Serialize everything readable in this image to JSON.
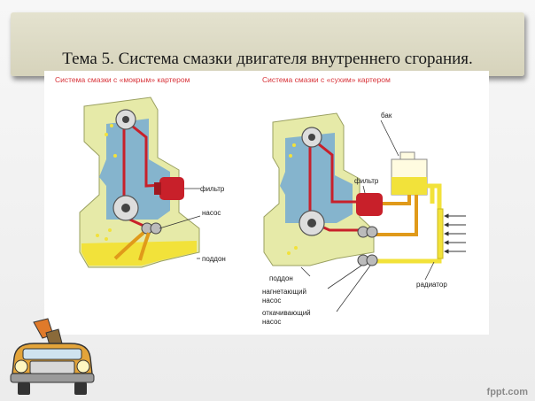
{
  "slide": {
    "title": "Тема 5. Система смазки двигателя внутреннего сгорания.",
    "watermark": "fppt.com"
  },
  "diagram": {
    "left_caption": "Система смазки с «мокрым» картером",
    "right_caption": "Система смазки с «сухим» картером",
    "left_labels": {
      "filter": "фильтр",
      "pump": "насос",
      "sump": "поддон"
    },
    "right_labels": {
      "tank": "бак",
      "filter": "фильтр",
      "sump": "поддон",
      "pressure_pump_1": "нагнетающий",
      "pressure_pump_2": "насос",
      "scavenge_pump_1": "откачивающий",
      "scavenge_pump_2": "насос",
      "radiator": "радиатор"
    }
  },
  "colors": {
    "engine_body": "#e6eaa8",
    "coolant_blue": "#7aaed0",
    "oil_red": "#c8202a",
    "oil_yellow": "#f2e23a",
    "oil_orange": "#e09a1a",
    "caption_red": "#d8343a",
    "title_bar": "#dcd9c2"
  }
}
